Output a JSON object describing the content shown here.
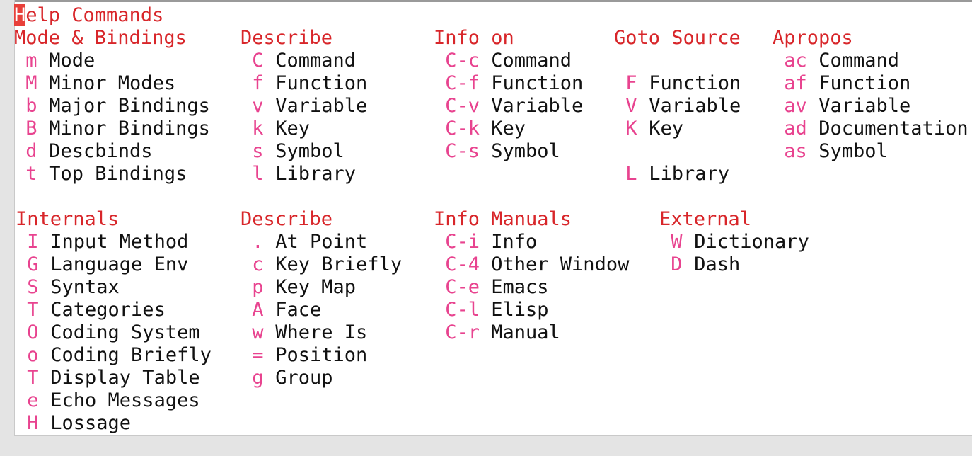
{
  "title": {
    "cursor_char": "H",
    "rest": "elp Commands"
  },
  "colors": {
    "heading": "#d8262a",
    "key": "#e8438f",
    "text": "#111111",
    "cursor": "#e8403a"
  },
  "sections_top": [
    {
      "heading": "Mode & Bindings",
      "items": [
        {
          "key": "m",
          "label": "Mode"
        },
        {
          "key": "M",
          "label": "Minor Modes"
        },
        {
          "key": "b",
          "label": "Major Bindings"
        },
        {
          "key": "B",
          "label": "Minor Bindings"
        },
        {
          "key": "d",
          "label": "Descbinds"
        },
        {
          "key": "t",
          "label": "Top Bindings"
        }
      ]
    },
    {
      "heading": "Describe",
      "items": [
        {
          "key": "C",
          "label": "Command"
        },
        {
          "key": "f",
          "label": "Function"
        },
        {
          "key": "v",
          "label": "Variable"
        },
        {
          "key": "k",
          "label": "Key"
        },
        {
          "key": "s",
          "label": "Symbol"
        },
        {
          "key": "l",
          "label": "Library"
        }
      ]
    },
    {
      "heading": "Info on",
      "items": [
        {
          "key": "C-c",
          "label": "Command"
        },
        {
          "key": "C-f",
          "label": "Function"
        },
        {
          "key": "C-v",
          "label": "Variable"
        },
        {
          "key": "C-k",
          "label": "Key"
        },
        {
          "key": "C-s",
          "label": "Symbol"
        }
      ]
    },
    {
      "heading": "Goto Source",
      "items": [
        {
          "key": "",
          "label": ""
        },
        {
          "key": "F",
          "label": "Function"
        },
        {
          "key": "V",
          "label": "Variable"
        },
        {
          "key": "K",
          "label": "Key"
        },
        {
          "key": "",
          "label": ""
        },
        {
          "key": "L",
          "label": "Library"
        }
      ]
    },
    {
      "heading": "Apropos",
      "items": [
        {
          "key": "ac",
          "label": "Command"
        },
        {
          "key": "af",
          "label": "Function"
        },
        {
          "key": "av",
          "label": "Variable"
        },
        {
          "key": "ad",
          "label": "Documentation"
        },
        {
          "key": "as",
          "label": "Symbol"
        }
      ]
    }
  ],
  "sections_bottom": [
    {
      "heading": "Internals",
      "items": [
        {
          "key": "I",
          "label": "Input Method"
        },
        {
          "key": "G",
          "label": "Language Env"
        },
        {
          "key": "S",
          "label": "Syntax"
        },
        {
          "key": "T",
          "label": "Categories"
        },
        {
          "key": "O",
          "label": "Coding System"
        },
        {
          "key": "o",
          "label": "Coding Briefly"
        },
        {
          "key": "T",
          "label": "Display Table"
        },
        {
          "key": "e",
          "label": "Echo Messages"
        },
        {
          "key": "H",
          "label": "Lossage"
        }
      ]
    },
    {
      "heading": "Describe",
      "items": [
        {
          "key": ".",
          "label": "At Point"
        },
        {
          "key": "c",
          "label": "Key Briefly"
        },
        {
          "key": "p",
          "label": "Key Map"
        },
        {
          "key": "A",
          "label": "Face"
        },
        {
          "key": "w",
          "label": "Where Is"
        },
        {
          "key": "=",
          "label": "Position"
        },
        {
          "key": "g",
          "label": "Group"
        }
      ]
    },
    {
      "heading": "Info Manuals",
      "items": [
        {
          "key": "C-i",
          "label": "Info"
        },
        {
          "key": "C-4",
          "label": "Other Window"
        },
        {
          "key": "C-e",
          "label": "Emacs"
        },
        {
          "key": "C-l",
          "label": "Elisp"
        },
        {
          "key": "C-r",
          "label": "Manual"
        }
      ]
    },
    {
      "heading": "External",
      "items": [
        {
          "key": "W",
          "label": "Dictionary"
        },
        {
          "key": "D",
          "label": "Dash"
        }
      ]
    }
  ]
}
